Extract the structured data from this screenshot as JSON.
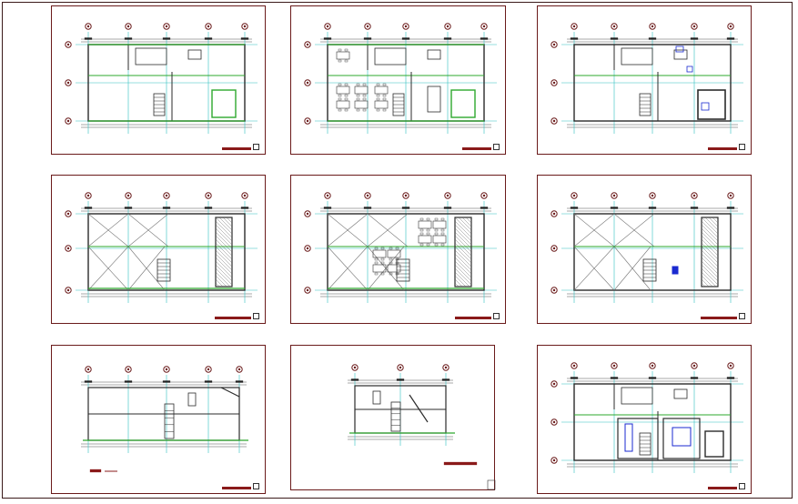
{
  "drawing": {
    "colors": {
      "frame": "#6a1a1a",
      "grid_line": "#2ea82e",
      "axis_line": "#30c0c0",
      "wall": "#2b2b2b",
      "dim_line": "#555555",
      "title_bar": "#8a1a1a",
      "fixture_blue": "#1a2ad0",
      "grid_bubble": "#6a1a1a"
    },
    "panels": [
      {
        "id": "plan-1",
        "kind": "floor-plan-green",
        "icons": [
          "stair-icon",
          "kitchen-counter-icon",
          "toilet-icon"
        ]
      },
      {
        "id": "plan-2",
        "kind": "furnished-plan",
        "icons": [
          "table-icon",
          "chair-icon",
          "stair-icon"
        ]
      },
      {
        "id": "plan-3",
        "kind": "floor-plan-blue-fixtures",
        "icons": [
          "stair-icon",
          "fixture-icon"
        ]
      },
      {
        "id": "plan-4",
        "kind": "roof-void-plan",
        "icons": [
          "void-cross-icon",
          "stair-icon",
          "hatch-icon"
        ]
      },
      {
        "id": "plan-5",
        "kind": "roof-furnished-plan",
        "icons": [
          "void-cross-icon",
          "table-icon",
          "hatch-icon"
        ]
      },
      {
        "id": "plan-6",
        "kind": "roof-plan-blue",
        "icons": [
          "void-cross-icon",
          "stair-icon",
          "hatch-icon"
        ]
      },
      {
        "id": "section-1",
        "kind": "long-section",
        "icons": [
          "stair-icon",
          "door-icon"
        ]
      },
      {
        "id": "section-2",
        "kind": "short-section",
        "icons": [
          "stair-icon"
        ]
      },
      {
        "id": "plan-7",
        "kind": "structural-plan",
        "icons": [
          "stair-icon",
          "fixture-icon"
        ]
      }
    ]
  }
}
